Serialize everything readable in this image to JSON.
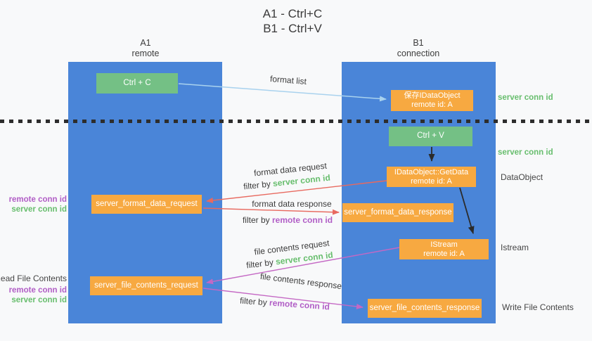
{
  "title": {
    "line1": "A1 - Ctrl+C",
    "line2": "B1 - Ctrl+V"
  },
  "columns": {
    "left": {
      "header_line1": "A1",
      "header_line2": "remote"
    },
    "right": {
      "header_line1": "B1",
      "header_line2": "connection"
    }
  },
  "boxes": {
    "ctrl_c": {
      "label": "Ctrl + C"
    },
    "ctrl_v": {
      "label": "Ctrl + V"
    },
    "save_idataobject": {
      "line1": "保存IDataObject",
      "line2": "remote id: A"
    },
    "getdata": {
      "line1": "IDataObject::GetData",
      "line2": "remote id: A"
    },
    "format_request": {
      "label": "server_format_data_request"
    },
    "format_response": {
      "label": "server_format_data_response"
    },
    "istream": {
      "line1": "IStream",
      "line2": "remote id: A"
    },
    "file_request": {
      "label": "server_file_contents_request"
    },
    "file_response": {
      "label": "server_file_contents_response"
    }
  },
  "arrow_labels": {
    "format_list": "format list",
    "format_data_request": "format data request",
    "format_data_response": "format data response",
    "file_contents_request": "file contents request",
    "file_contents_response": "file contents response",
    "filters": [
      {
        "prefix": "filter by",
        "id": "server conn id"
      },
      {
        "prefix": "filter by",
        "id": "remote conn id"
      },
      {
        "prefix": "filter by",
        "id": "server conn id"
      },
      {
        "prefix": "filter by",
        "id": "remote conn id"
      }
    ]
  },
  "side_labels": {
    "right_server_conn_id_1": "server conn id",
    "right_server_conn_id_2": "server conn id",
    "dataobject": "DataObject",
    "istream": "Istream",
    "write_file_contents": "Write File Contents",
    "read_file_contents": "Read File Contents",
    "left_top": {
      "remote": "remote conn id",
      "server": "server conn id"
    },
    "left_bottom": {
      "remote": "remote conn id",
      "server": "server conn id"
    }
  },
  "colors": {
    "background": "#F8F9FA",
    "lifeline_blue": "#4A85D8",
    "box_green": "#74C085",
    "box_orange": "#F7A941",
    "green_text": "#68BE6E",
    "purple_text": "#B15EC6",
    "arrow_light_blue": "#A9D2EE",
    "arrow_red": "#E8695F",
    "arrow_magenta": "#C468C4",
    "arrow_black": "#2B2B2B",
    "divider_dark": "#2D2D2D"
  }
}
